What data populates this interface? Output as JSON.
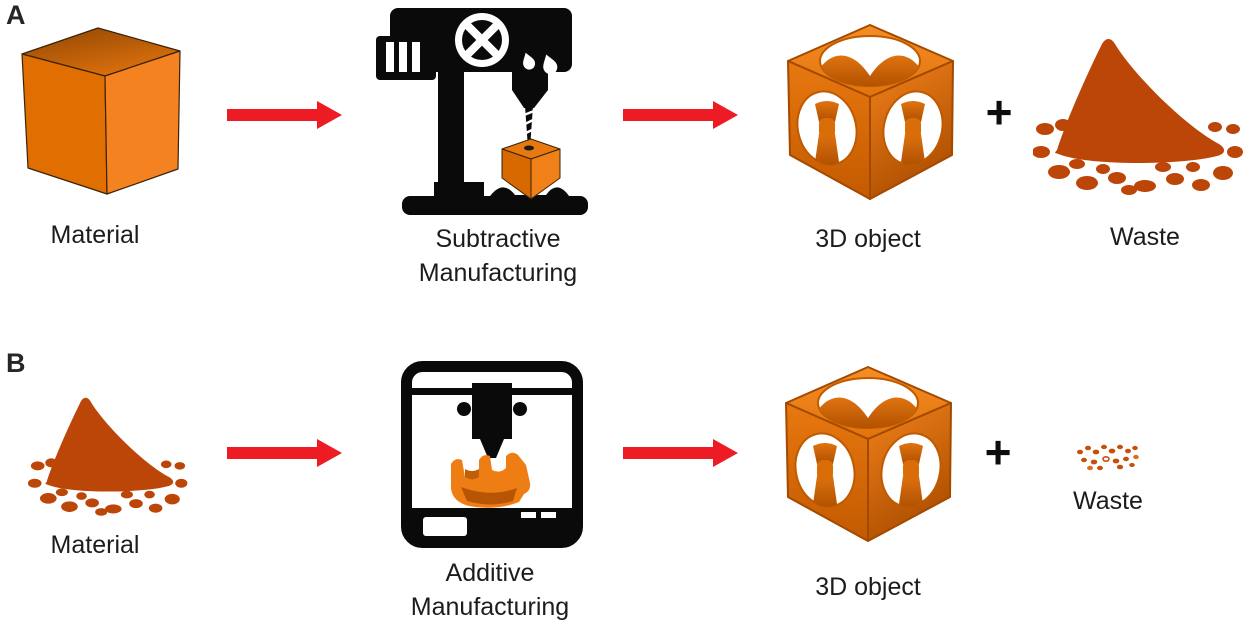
{
  "panels": {
    "a": {
      "label": "A",
      "material": {
        "label": "Material",
        "icon": "solid-cube-icon"
      },
      "process": {
        "line1": "Subtractive",
        "line2": "Manufacturing",
        "icon": "milling-machine-icon"
      },
      "object": {
        "label": "3D object",
        "icon": "porous-cube-icon"
      },
      "plus": "+",
      "waste": {
        "label": "Waste",
        "icon": "waste-pile-icon"
      }
    },
    "b": {
      "label": "B",
      "material": {
        "label": "Material",
        "icon": "powder-pile-icon"
      },
      "process": {
        "line1": "Additive",
        "line2": "Manufacturing",
        "icon": "printer-icon"
      },
      "object": {
        "label": "3D object",
        "icon": "porous-cube-icon"
      },
      "plus": "+",
      "waste": {
        "label": "Waste",
        "icon": "waste-specks-icon"
      }
    }
  },
  "colors": {
    "orange_bright": "#F58220",
    "orange_mid": "#E87810",
    "orange_dark": "#C05A00",
    "rust": "#BC4508",
    "arrow_red": "#ED1C24",
    "icon_black": "#0A0A0A",
    "text": "#1C1C1C",
    "background": "#FFFFFF"
  }
}
